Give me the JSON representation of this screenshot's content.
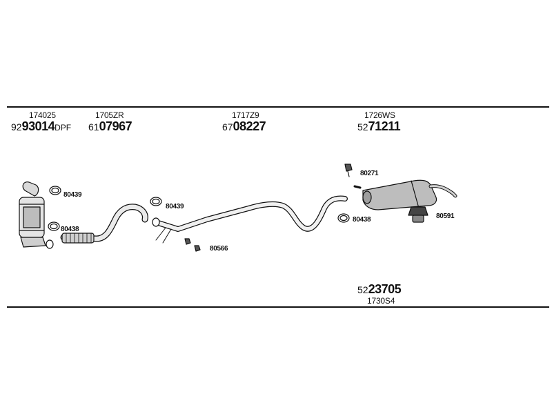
{
  "parts_top": [
    {
      "ref": "174025",
      "prefix": "92",
      "number": "93014",
      "suffix": "DPF"
    },
    {
      "ref": "1705ZR",
      "prefix": "61",
      "number": "07967",
      "suffix": ""
    },
    {
      "ref": "1717Z9",
      "prefix": "67",
      "number": "08227",
      "suffix": ""
    },
    {
      "ref": "1726WS",
      "prefix": "52",
      "number": "71211",
      "suffix": ""
    }
  ],
  "part_bottom": {
    "ref": "1730S4",
    "prefix": "52",
    "number": "23705"
  },
  "hardware": {
    "clamp_a": "80439",
    "clamp_b": "80438",
    "clamp_c": "80439",
    "bolt_a": "80566",
    "bolt_b": "80271",
    "clamp_d": "80438",
    "mount": "80591"
  },
  "colors": {
    "line": "#111111",
    "fill_light": "#e6e6e6",
    "fill_mid": "#bdbdbd",
    "fill_dark": "#7a7a7a"
  }
}
